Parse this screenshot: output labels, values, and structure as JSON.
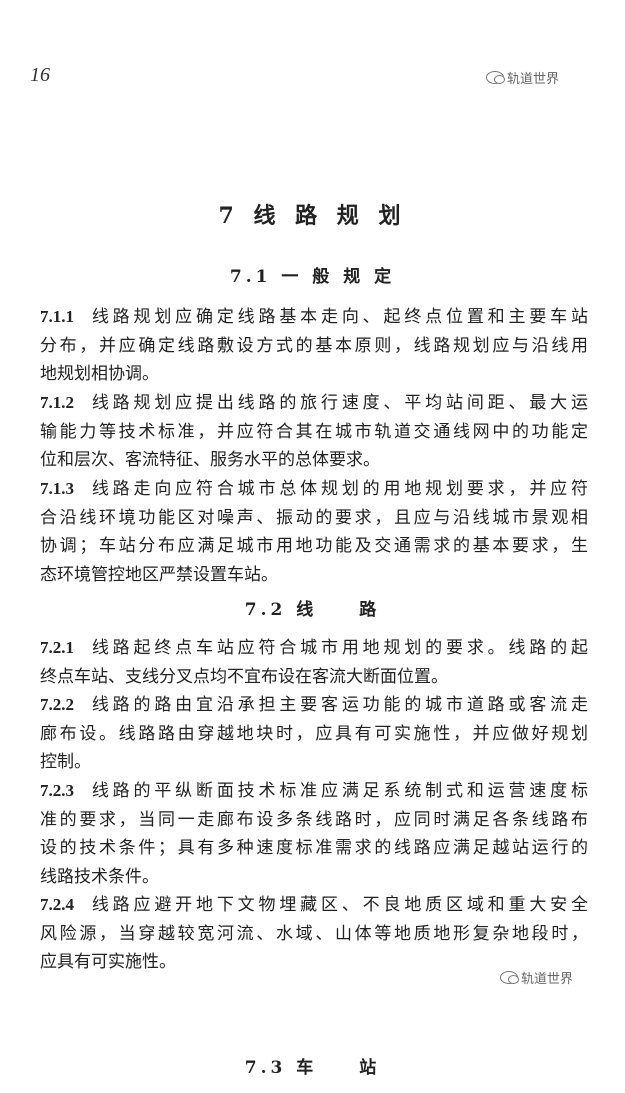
{
  "page_number": "16",
  "watermark": "轨道世界",
  "chapter_title": "7  线 路 规 划",
  "sections": [
    {
      "title": "7.1  一 般 规 定"
    },
    {
      "title": "7.2  线　　路"
    },
    {
      "title": "7.3  车　　站"
    }
  ],
  "paragraphs": [
    {
      "num": "7.1.1",
      "lines": [
        "线路规划应确定线路基本走向、起终点位置和主要车站",
        "分布，并应确定线路敷设方式的基本原则，线路规划应与沿线用",
        "地规划相协调。"
      ]
    },
    {
      "num": "7.1.2",
      "lines": [
        "线路规划应提出线路的旅行速度、平均站间距、最大运",
        "输能力等技术标准，并应符合其在城市轨道交通线网中的功能定",
        "位和层次、客流特征、服务水平的总体要求。"
      ]
    },
    {
      "num": "7.1.3",
      "lines": [
        "线路走向应符合城市总体规划的用地规划要求，并应符",
        "合沿线环境功能区对噪声、振动的要求，且应与沿线城市景观相",
        "协调；车站分布应满足城市用地功能及交通需求的基本要求，生",
        "态环境管控地区严禁设置车站。"
      ]
    },
    {
      "num": "7.2.1",
      "lines": [
        "线路起终点车站应符合城市用地规划的要求。线路的起",
        "终点车站、支线分叉点均不宜布设在客流大断面位置。"
      ]
    },
    {
      "num": "7.2.2",
      "lines": [
        "线路的路由宜沿承担主要客运功能的城市道路或客流走",
        "廊布设。线路路由穿越地块时，应具有可实施性，并应做好规划",
        "控制。"
      ]
    },
    {
      "num": "7.2.3",
      "lines": [
        "线路的平纵断面技术标准应满足系统制式和运营速度标",
        "准的要求，当同一走廊布设多条线路时，应同时满足各条线路布",
        "设的技术条件；具有多种速度标准需求的线路应满足越站运行的",
        "线路技术条件。"
      ]
    },
    {
      "num": "7.2.4",
      "lines": [
        "线路应避开地下文物埋藏区、不良地质区域和重大安全",
        "风险源，当穿越较宽河流、水域、山体等地质地形复杂地段时，",
        "应具有可实施性。"
      ]
    }
  ]
}
